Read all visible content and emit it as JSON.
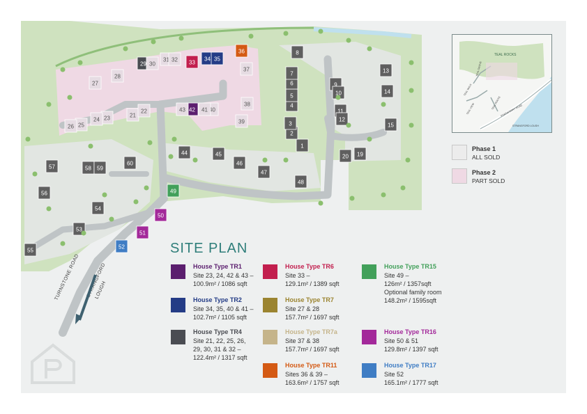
{
  "title": "SITE PLAN",
  "colors": {
    "TR1": "#5b1e6e",
    "TR2": "#243c86",
    "TR4": "#4a4c52",
    "TR6": "#c21f4e",
    "TR7": "#9b8430",
    "TR7a": "#c5b48a",
    "TR11": "#d45a14",
    "TR15": "#42a05a",
    "TR16": "#a3299a",
    "TR17": "#3f7dc4",
    "phase1": "#ececec",
    "phase2": "#efd9e4",
    "green": "#cfe2bf",
    "road": "#bfc4c6",
    "water": "#bfe0ee"
  },
  "legend": [
    {
      "key": "TR1",
      "name": "House Type TR1",
      "lines": [
        "Site 23, 24, 42 & 43 –",
        "100.9m² / 1086 sqft"
      ]
    },
    {
      "key": "TR2",
      "name": "House Type TR2",
      "lines": [
        "Site 34, 35, 40 & 41 –",
        "102.7m² / 1105 sqft"
      ]
    },
    {
      "key": "TR4",
      "name": "House Type TR4",
      "lines": [
        "Site 21, 22, 25, 26,",
        "29, 30, 31 & 32 –",
        "122.4m² / 1317 sqft"
      ]
    },
    {
      "key": "TR6",
      "name": "House Type TR6",
      "lines": [
        "Site 33 –",
        "129.1m² / 1389 sqft"
      ]
    },
    {
      "key": "TR7",
      "name": "House Type TR7",
      "lines": [
        "Site 27 & 28",
        "157.7m² / 1697 sqft"
      ]
    },
    {
      "key": "TR7a",
      "name": "House Type TR7a",
      "lines": [
        "Site 37 & 38",
        "157.7m² / 1697 sqft"
      ]
    },
    {
      "key": "TR11",
      "name": "House Type TR11",
      "lines": [
        "Sites 36 & 39 –",
        "163.6m² / 1757 sqft"
      ]
    },
    {
      "key": "TR15",
      "name": "House Type TR15",
      "lines": [
        "Site 49 –",
        "126m² / 1357sqft",
        "Optional family room",
        "148.2m² / 1595sqft"
      ]
    },
    {
      "key": "TR16",
      "name": "House Type TR16",
      "lines": [
        "Site 50 & 51",
        "129.8m² / 1397 sqft"
      ]
    },
    {
      "key": "TR17",
      "name": "House Type TR17",
      "lines": [
        "Site 52",
        "165.1m² / 1777 sqft"
      ]
    }
  ],
  "phases": [
    {
      "title": "Phase 1",
      "status": "ALL SOLD"
    },
    {
      "title": "Phase 2",
      "status": "PART SOLD"
    }
  ],
  "roads": {
    "turnstone": "TURNSTONE ROAD",
    "strangford_1": "STRANGFORD",
    "strangford_2": "LOUGH"
  },
  "inset_labels": {
    "teal_rocks": "TEAL ROCKS",
    "teal_walk": "TEAL WALK",
    "teal_view": "TEAL VIEW",
    "teal_rise": "TEAL ROUTE",
    "teal_grove": "TEAL GROVE",
    "portaferry": "PORTAFERRY ROAD",
    "lough": "STRANGFORD LOUGH"
  },
  "plots": [
    {
      "n": "1",
      "c": "#5f5f5f"
    },
    {
      "n": "2",
      "c": "#5f5f5f"
    },
    {
      "n": "3",
      "c": "#5f5f5f"
    },
    {
      "n": "4",
      "c": "#5f5f5f"
    },
    {
      "n": "5",
      "c": "#5f5f5f"
    },
    {
      "n": "6",
      "c": "#5f5f5f"
    },
    {
      "n": "7",
      "c": "#5f5f5f"
    },
    {
      "n": "8",
      "c": "#5f5f5f"
    },
    {
      "n": "9",
      "c": "#5f5f5f"
    },
    {
      "n": "10",
      "c": "#5f5f5f"
    },
    {
      "n": "11",
      "c": "#5f5f5f"
    },
    {
      "n": "12",
      "c": "#5f5f5f"
    },
    {
      "n": "13",
      "c": "#5f5f5f"
    },
    {
      "n": "14",
      "c": "#5f5f5f"
    },
    {
      "n": "15",
      "c": "#5f5f5f"
    },
    {
      "n": "19",
      "c": "#5f5f5f"
    },
    {
      "n": "20",
      "c": "#5f5f5f"
    },
    {
      "n": "21",
      "c": "#e6dce3"
    },
    {
      "n": "22",
      "c": "#e6dce3"
    },
    {
      "n": "23",
      "c": "#e6dce3"
    },
    {
      "n": "24",
      "c": "#e6dce3"
    },
    {
      "n": "25",
      "c": "#e6dce3"
    },
    {
      "n": "26",
      "c": "#e6dce3"
    },
    {
      "n": "27",
      "c": "#e6dce3"
    },
    {
      "n": "28",
      "c": "#e6dce3"
    },
    {
      "n": "29",
      "c": "#4a4c52"
    },
    {
      "n": "30",
      "c": "#e6dce3"
    },
    {
      "n": "31",
      "c": "#e6dce3"
    },
    {
      "n": "32",
      "c": "#e6dce3"
    },
    {
      "n": "33",
      "c": "#c21f4e"
    },
    {
      "n": "34",
      "c": "#243c86"
    },
    {
      "n": "35",
      "c": "#243c86"
    },
    {
      "n": "36",
      "c": "#d45a14"
    },
    {
      "n": "37",
      "c": "#e6dce3"
    },
    {
      "n": "38",
      "c": "#e6dce3"
    },
    {
      "n": "39",
      "c": "#e6dce3"
    },
    {
      "n": "40",
      "c": "#e6dce3"
    },
    {
      "n": "41",
      "c": "#e6dce3"
    },
    {
      "n": "42",
      "c": "#5b1e6e"
    },
    {
      "n": "43",
      "c": "#e6dce3"
    },
    {
      "n": "44",
      "c": "#5f5f5f"
    },
    {
      "n": "45",
      "c": "#5f5f5f"
    },
    {
      "n": "46",
      "c": "#5f5f5f"
    },
    {
      "n": "47",
      "c": "#5f5f5f"
    },
    {
      "n": "48",
      "c": "#5f5f5f"
    },
    {
      "n": "49",
      "c": "#42a05a"
    },
    {
      "n": "50",
      "c": "#a3299a"
    },
    {
      "n": "51",
      "c": "#a3299a"
    },
    {
      "n": "52",
      "c": "#3f7dc4"
    },
    {
      "n": "53",
      "c": "#5f5f5f"
    },
    {
      "n": "54",
      "c": "#5f5f5f"
    },
    {
      "n": "55",
      "c": "#5f5f5f"
    },
    {
      "n": "56",
      "c": "#5f5f5f"
    },
    {
      "n": "57",
      "c": "#5f5f5f"
    },
    {
      "n": "58",
      "c": "#5f5f5f"
    },
    {
      "n": "59",
      "c": "#5f5f5f"
    },
    {
      "n": "60",
      "c": "#5f5f5f"
    }
  ]
}
